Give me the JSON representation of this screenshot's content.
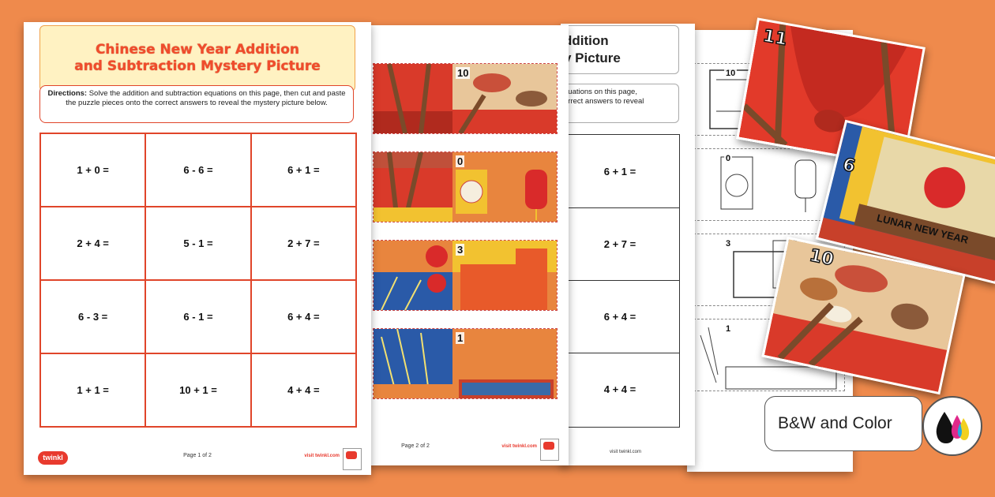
{
  "worksheet": {
    "title": "Chinese New Year Addition\nand Subtraction Mystery Picture",
    "directions_label": "Directions:",
    "directions_text": " Solve the addition and subtraction equations on this page, then cut and paste the puzzle pieces onto the correct answers to reveal the mystery picture below.",
    "equations": [
      "1 + 0 =",
      "6 - 6 =",
      "6 + 1 =",
      "2 + 4 =",
      "5 - 1 =",
      "2 + 7 =",
      "6 - 3 =",
      "6 - 1 =",
      "6 + 4 =",
      "1 + 1 =",
      "10 + 1 =",
      "4 + 4 ="
    ],
    "page_label": "Page 1 of 2",
    "logo_text": "twinkl",
    "visit_text": "visit twinkl.com"
  },
  "puzzle_page": {
    "numbers": [
      "10",
      "0",
      "3",
      "1"
    ],
    "page_label": "Page 2 of 2",
    "visit_text": "visit twinkl.com"
  },
  "bw_worksheet": {
    "title_fragment": "ddition\ny Picture",
    "directions_fragment": "quations on this page,\norrect answers to reveal",
    "equations": [
      "6 + 1 =",
      "2 + 7 =",
      "6 + 4 =",
      "4 + 4 ="
    ],
    "visit_text": "visit twinkl.com"
  },
  "bw_puzzle": {
    "numbers": [
      "10",
      "0",
      "3",
      "1"
    ]
  },
  "cards": {
    "card1_number": "11",
    "card2_number": "6",
    "card2_banner": "LUNAR NEW YEAR",
    "card3_number": "10"
  },
  "label": {
    "text": "B&W and Color",
    "icon": "ink-drops-icon"
  },
  "colors": {
    "background": "#ef8a4c",
    "accent_red": "#e0452a",
    "title_fill": "#fff2c2"
  }
}
